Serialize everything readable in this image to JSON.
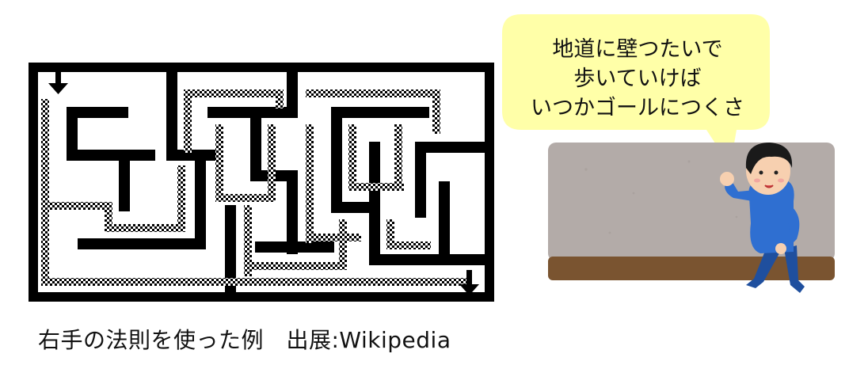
{
  "caption": "右手の法則を使った例　出展:Wikipedia",
  "speech": {
    "line1": "地道に壁つたいで",
    "line2": "歩いていけば",
    "line3": "いつかゴールにつくさ"
  },
  "icons": {
    "maze": "maze-diagram",
    "start": "down-arrow-icon",
    "goal": "down-arrow-icon",
    "character": "man-walking-along-wall"
  },
  "colors": {
    "maze_wall": "#000000",
    "bubble": "#ffffa8",
    "wall": "#b3aba8",
    "ground": "#7a5430",
    "shirt": "#2f6fd1"
  }
}
